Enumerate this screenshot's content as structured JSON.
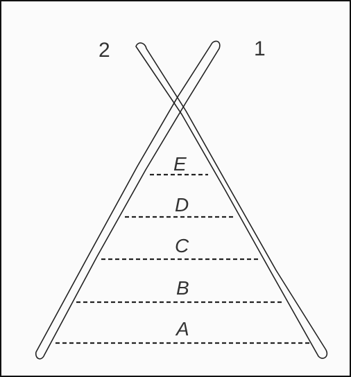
{
  "poles": [
    {
      "id": "2",
      "label": "2"
    },
    {
      "id": "1",
      "label": "1"
    }
  ],
  "rungs": [
    {
      "id": "E",
      "label": "E"
    },
    {
      "id": "D",
      "label": "D"
    },
    {
      "id": "C",
      "label": "C"
    },
    {
      "id": "B",
      "label": "B"
    },
    {
      "id": "A",
      "label": "A"
    }
  ],
  "colors": {
    "stroke": "#222222",
    "background": "#fbfbfb",
    "border": "#111111"
  }
}
